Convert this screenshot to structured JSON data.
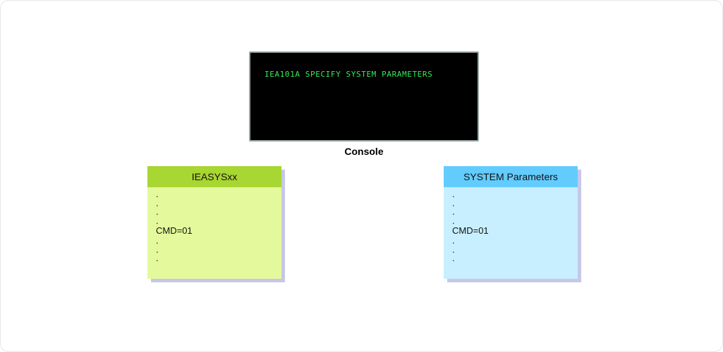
{
  "console": {
    "message": "IEA101A SPECIFY SYSTEM PARAMETERS",
    "label": "Console"
  },
  "cards": [
    {
      "title": "IEASYSxx",
      "lines": [
        ".",
        ".",
        ".",
        ".",
        "CMD=01",
        ".",
        ".",
        "."
      ],
      "header_color": "#a8d632",
      "body_color": "#e4f99b"
    },
    {
      "title": "SYSTEM Parameters",
      "lines": [
        ".",
        ".",
        ".",
        ".",
        "CMD=01",
        ".",
        ".",
        "."
      ],
      "header_color": "#63ccff",
      "body_color": "#c8efff"
    }
  ]
}
